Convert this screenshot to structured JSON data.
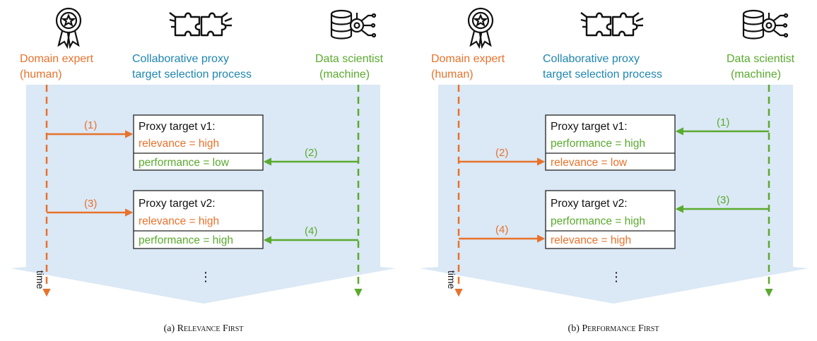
{
  "colors": {
    "human": "#e8722c",
    "machine": "#5aaa2e",
    "process": "#1f86b0",
    "band": "#dbe8f5",
    "box_border": "#222222",
    "text": "#111111"
  },
  "icons": {
    "expert": "award-badge-icon",
    "process": "puzzle-handshake-icon",
    "scientist": "database-gear-icon"
  },
  "panels": [
    {
      "caption_letter": "(a)",
      "caption_title": "Relevance First",
      "expert_label": [
        "Domain expert",
        "(human)"
      ],
      "process_label": [
        "Collaborative proxy",
        "target selection process"
      ],
      "scientist_label": [
        "Data scientist",
        "(machine)"
      ],
      "time_label": "time",
      "ellipsis": "⋮",
      "steps": [
        "(1)",
        "(2)",
        "(3)",
        "(4)"
      ],
      "boxes": [
        {
          "title": "Proxy target v1:",
          "line1": "relevance = high",
          "line2": "performance = low"
        },
        {
          "title": "Proxy target v2:",
          "line1": "relevance = high",
          "line2": "performance = high"
        }
      ]
    },
    {
      "caption_letter": "(b)",
      "caption_title": "Performance First",
      "expert_label": [
        "Domain expert",
        "(human)"
      ],
      "process_label": [
        "Collaborative proxy",
        "target selection process"
      ],
      "scientist_label": [
        "Data scientist",
        "(machine)"
      ],
      "time_label": "time",
      "ellipsis": "⋮",
      "steps": [
        "(1)",
        "(2)",
        "(3)",
        "(4)"
      ],
      "boxes": [
        {
          "title": "Proxy target v1:",
          "line1": "performance = high",
          "line2": "relevance = low"
        },
        {
          "title": "Proxy target v2:",
          "line1": "performance = high",
          "line2": "relevance = high"
        }
      ]
    }
  ]
}
